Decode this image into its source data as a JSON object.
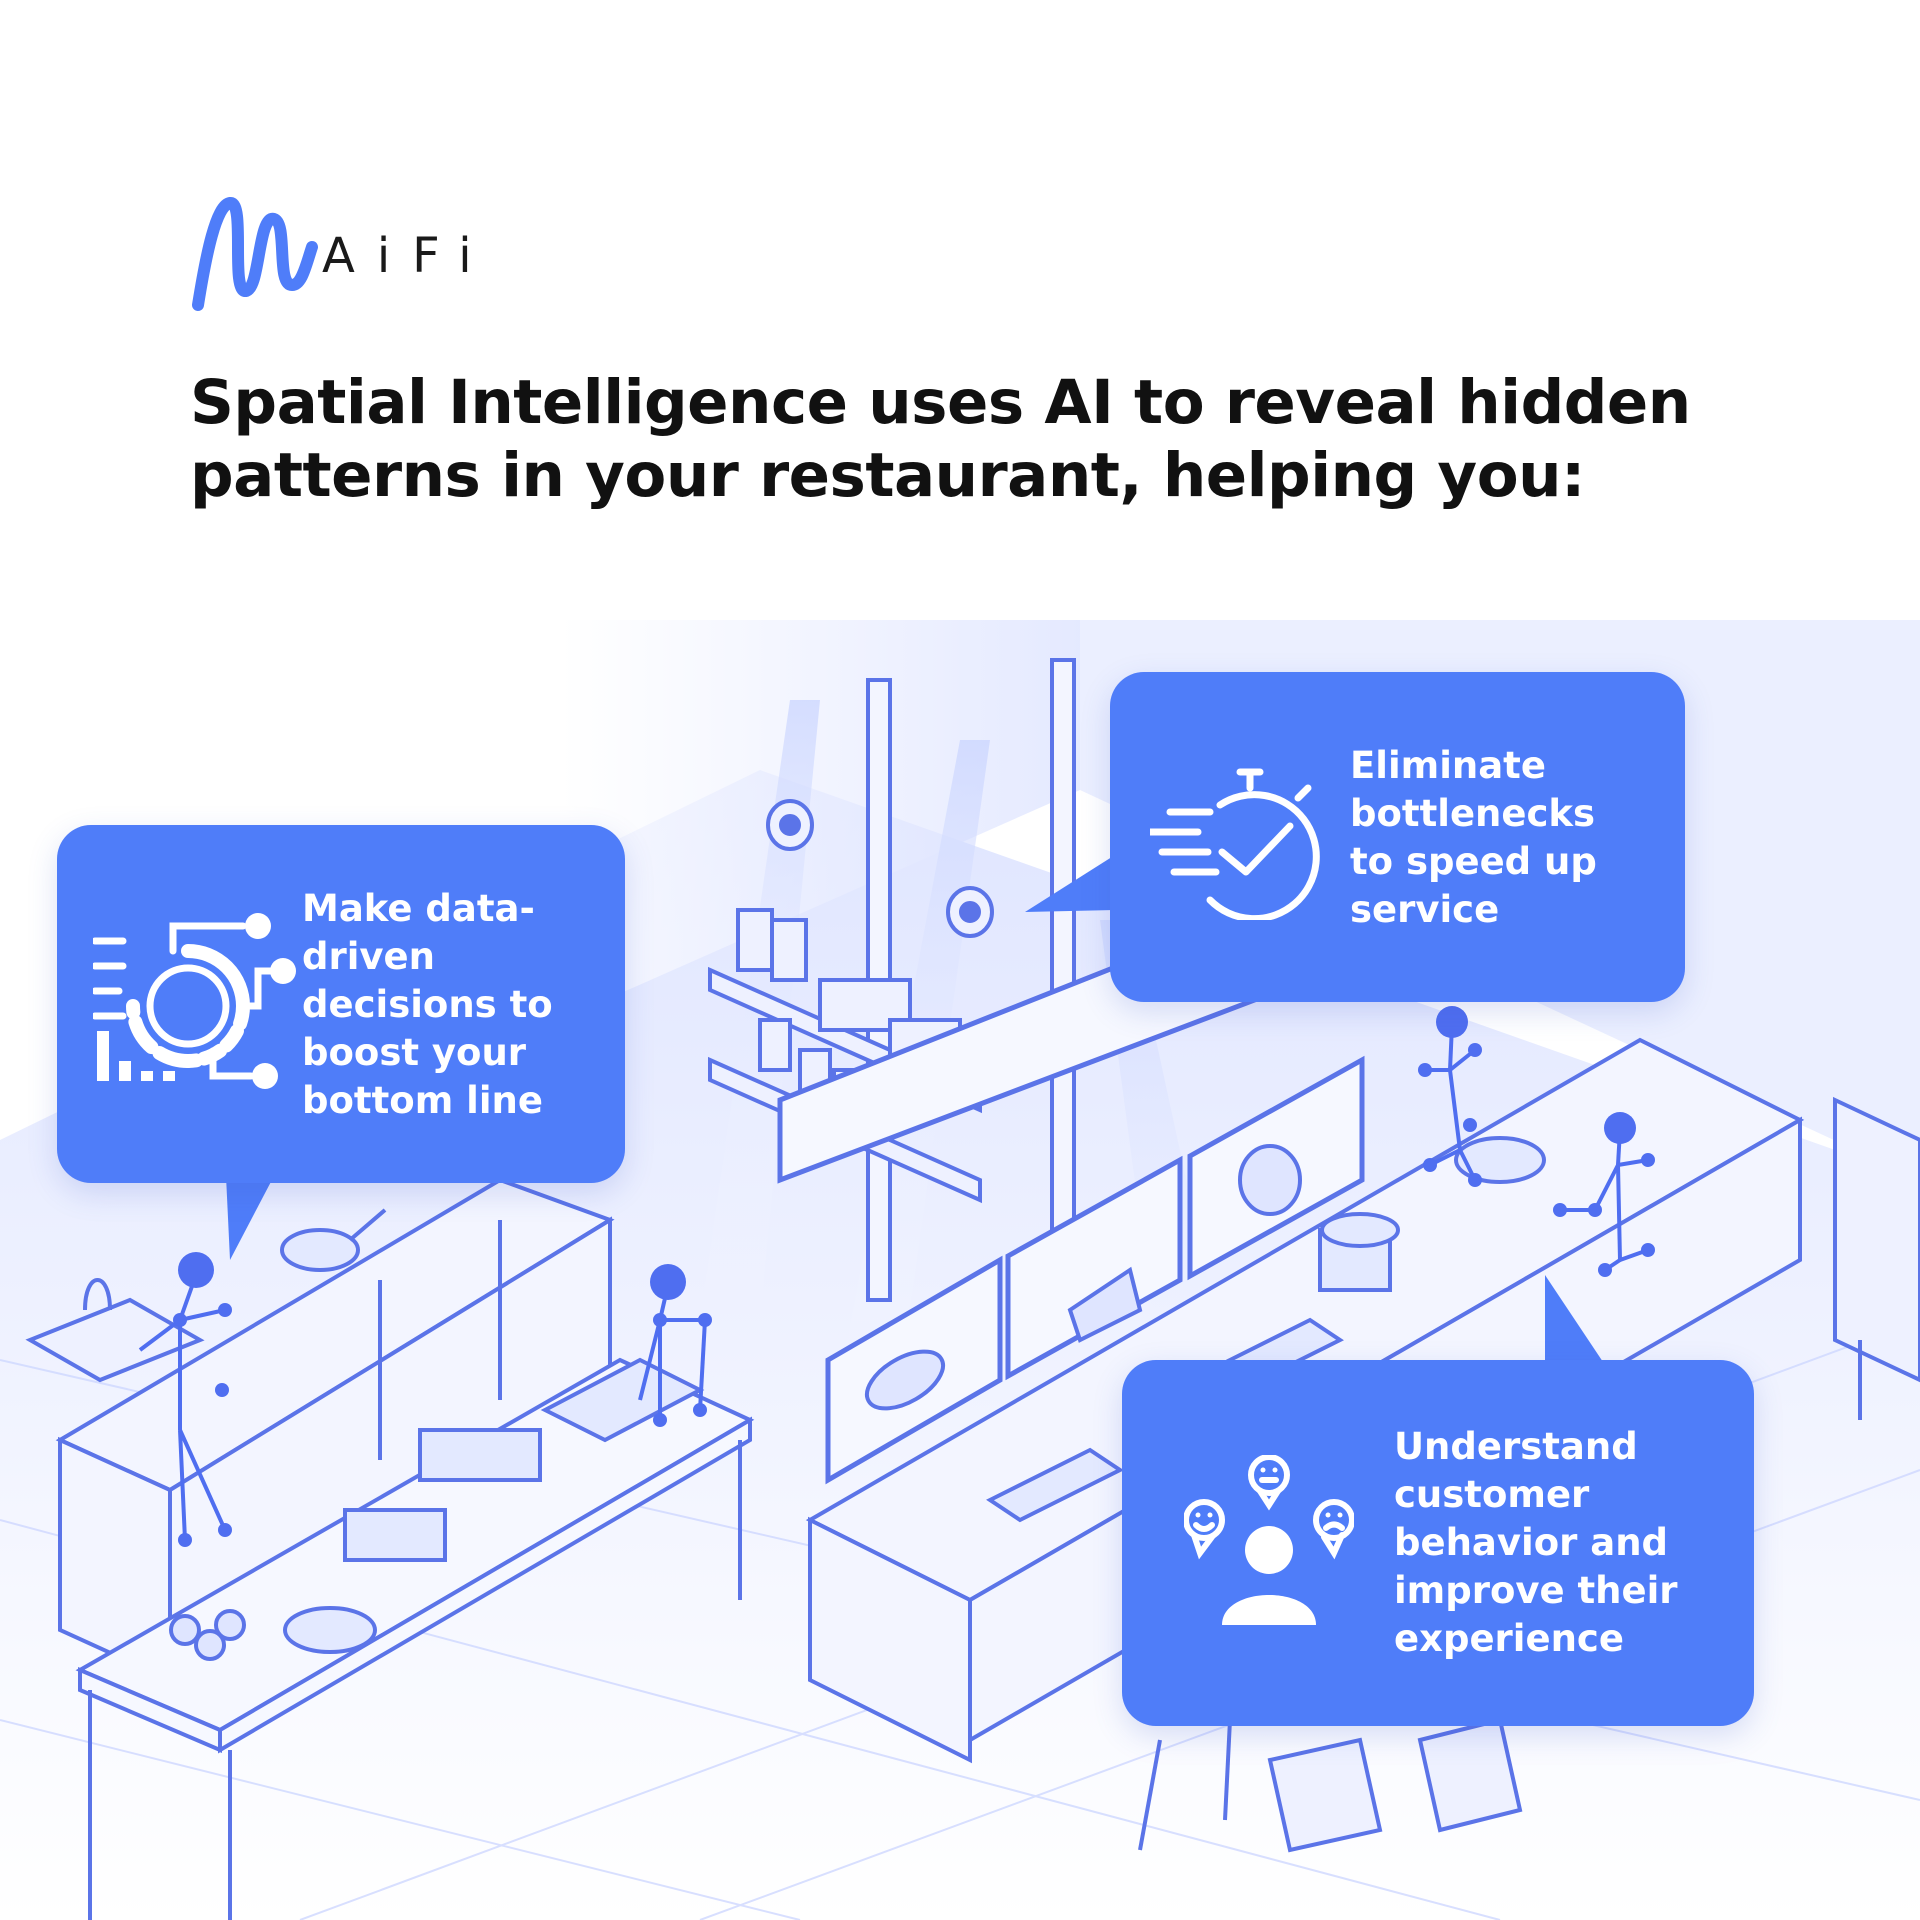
{
  "brand": {
    "name": "AiFi",
    "display": "AiFi",
    "accent": "#4f7df9"
  },
  "headline": "Spatial Intelligence uses AI to reveal hidden patterns in your restaurant, helping you:",
  "callouts": {
    "data_decisions": {
      "text": "Make data-\ndriven\ndecisions to\nboost your\nbottom line",
      "icon": "analytics-icon"
    },
    "bottlenecks": {
      "text": "Eliminate\nbottlenecks\nto speed up\nservice",
      "icon": "stopwatch-check-icon"
    },
    "customer": {
      "text": "Understand\ncustomer\nbehavior and\nimprove their\nexperience",
      "icon": "customer-sentiment-icon"
    }
  },
  "colors": {
    "callout_bg": "#4f7df9",
    "illustration_line": "#5b74e8",
    "illustration_fill": "#eef1ff"
  }
}
